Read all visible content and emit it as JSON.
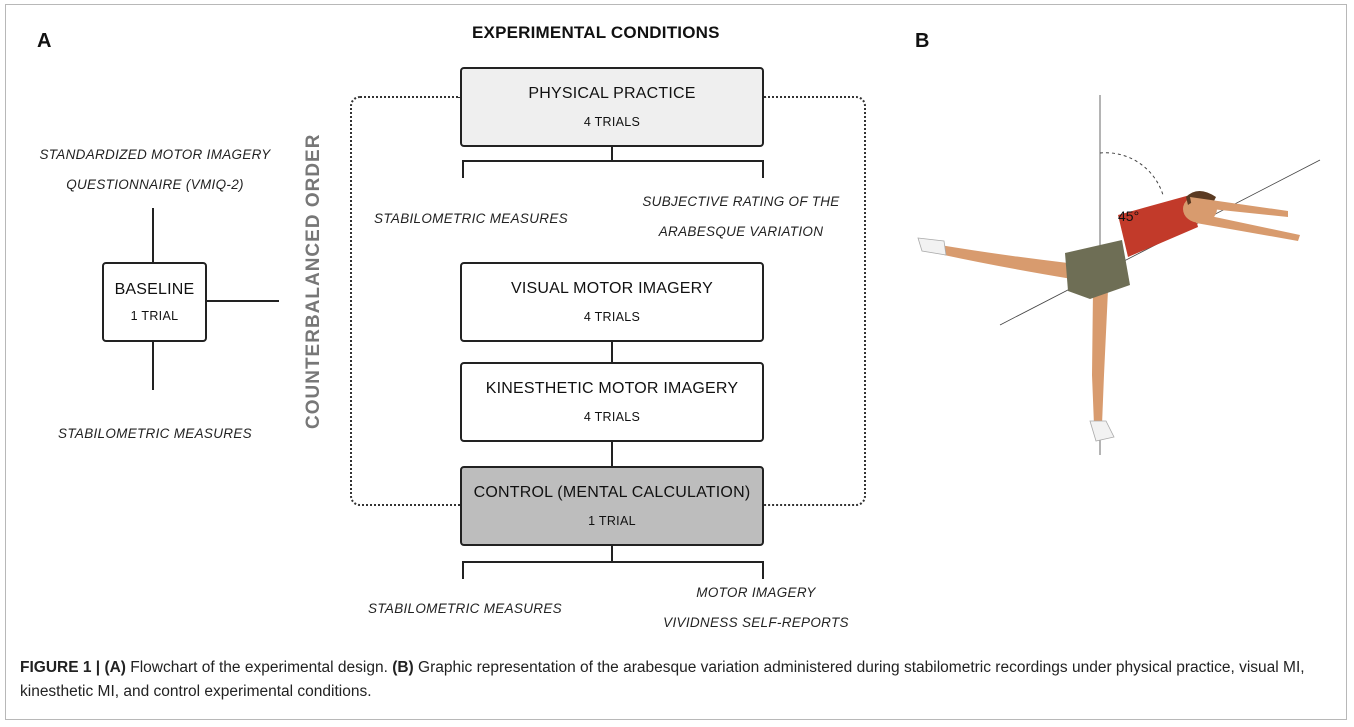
{
  "panel_a_label": "A",
  "panel_b_label": "B",
  "heading": "EXPERIMENTAL CONDITIONS",
  "vertical_label": "COUNTERBALANCED ORDER",
  "left_top_note": [
    "STANDARDIZED MOTOR IMAGERY",
    "QUESTIONNAIRE (VMIQ-2)"
  ],
  "left_bottom_note": "STABILOMETRIC MEASURES",
  "baseline": {
    "title": "BASELINE",
    "sub": "1 TRIAL"
  },
  "boxes": [
    {
      "title": "PHYSICAL PRACTICE",
      "sub": "4 TRIALS"
    },
    {
      "title": "VISUAL MOTOR IMAGERY",
      "sub": "4 TRIALS"
    },
    {
      "title": "KINESTHETIC MOTOR IMAGERY",
      "sub": "4 TRIALS"
    },
    {
      "title": "CONTROL (MENTAL CALCULATION)",
      "sub": "1 TRIAL"
    }
  ],
  "mid_left_note": "STABILOMETRIC MEASURES",
  "mid_right_note": [
    "SUBJECTIVE RATING OF THE",
    "ARABESQUE VARIATION"
  ],
  "bottom_left_note": "STABILOMETRIC MEASURES",
  "bottom_right_note": [
    "MOTOR IMAGERY",
    "VIVIDNESS SELF-REPORTS"
  ],
  "angle": "45°",
  "caption": {
    "figure": "FIGURE 1 | ",
    "a_label": "(A)",
    "a_text": " Flowchart of the experimental design. ",
    "b_label": "(B)",
    "b_text": " Graphic representation of the arabesque variation administered during stabilometric recordings under physical practice, visual MI, kinesthetic MI, and control experimental conditions."
  }
}
